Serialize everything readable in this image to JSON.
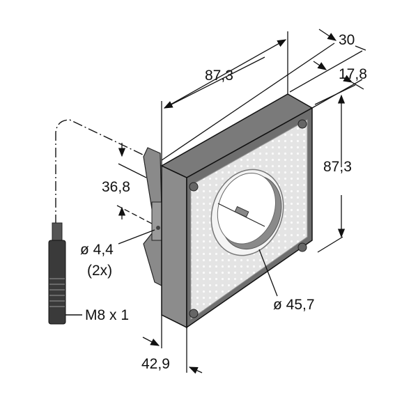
{
  "dimensions": {
    "top_width": "87,3",
    "depth_total": "30",
    "depth_front": "17,8",
    "height": "87,3",
    "bracket_offset": "36,8",
    "hole_diameter": "ø 4,4",
    "hole_count": "(2x)",
    "ring_diameter": "ø 45,7",
    "connector_thread": "M8 x 1",
    "bottom_depth": "42,9"
  },
  "colors": {
    "frame": "#8a8a8a",
    "frame_dark": "#6e6e6e",
    "panel": "#e6e6e6",
    "connector": "#3a3a3a"
  }
}
